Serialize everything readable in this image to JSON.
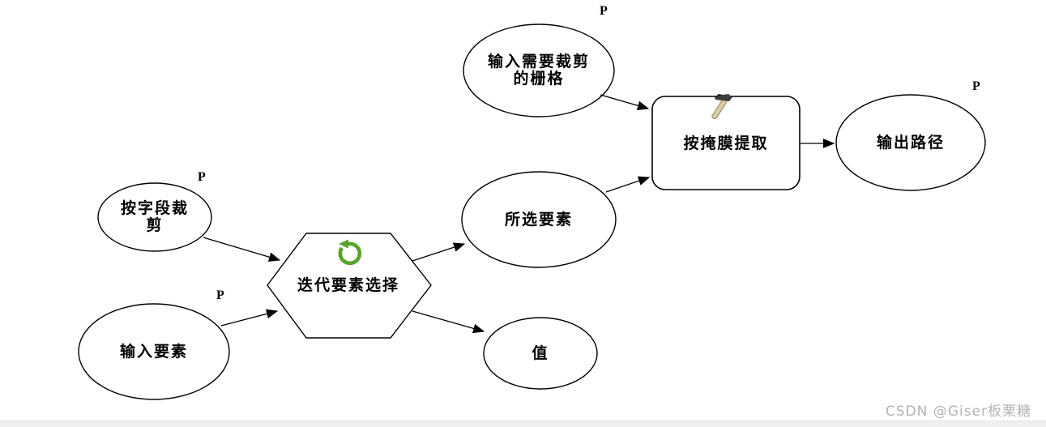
{
  "diagram": {
    "title": "model-flowchart",
    "nodes": {
      "input_raster": {
        "lines": [
          "输入需要裁剪",
          "的栅格"
        ],
        "param": "P",
        "shape": "ellipse"
      },
      "clip_by_field": {
        "lines": [
          "按字段裁",
          "剪"
        ],
        "param": "P",
        "shape": "ellipse"
      },
      "input_features": {
        "label": "输入要素",
        "param": "P",
        "shape": "ellipse"
      },
      "iterate_feature_selection": {
        "label": "迭代要素选择",
        "shape": "hexagon",
        "icon": "loop-icon"
      },
      "selected_features": {
        "label": "所选要素",
        "shape": "ellipse"
      },
      "value": {
        "label": "值",
        "shape": "ellipse"
      },
      "extract_by_mask": {
        "label": "按掩膜提取",
        "shape": "rounded-rect",
        "icon": "hammer-icon"
      },
      "output_path": {
        "label": "输出路径",
        "param": "P",
        "shape": "ellipse"
      }
    },
    "connectors": [
      {
        "from": "input_raster",
        "to": "extract_by_mask"
      },
      {
        "from": "selected_features",
        "to": "extract_by_mask"
      },
      {
        "from": "extract_by_mask",
        "to": "output_path"
      },
      {
        "from": "clip_by_field",
        "to": "iterate_feature_selection"
      },
      {
        "from": "input_features",
        "to": "iterate_feature_selection"
      },
      {
        "from": "iterate_feature_selection",
        "to": "selected_features"
      },
      {
        "from": "iterate_feature_selection",
        "to": "value"
      }
    ],
    "colors": {
      "shape_fill": "#ffffff",
      "shape_stroke": "#000000",
      "loop_green": "#58a32a",
      "hammer_handle": "#d8cba5",
      "hammer_head": "#3d3d3d",
      "watermark_gray": "#b3b3b3",
      "bottom_strip": "#f0f0f0"
    }
  },
  "watermark": {
    "text": "CSDN @Giser板栗糖"
  }
}
